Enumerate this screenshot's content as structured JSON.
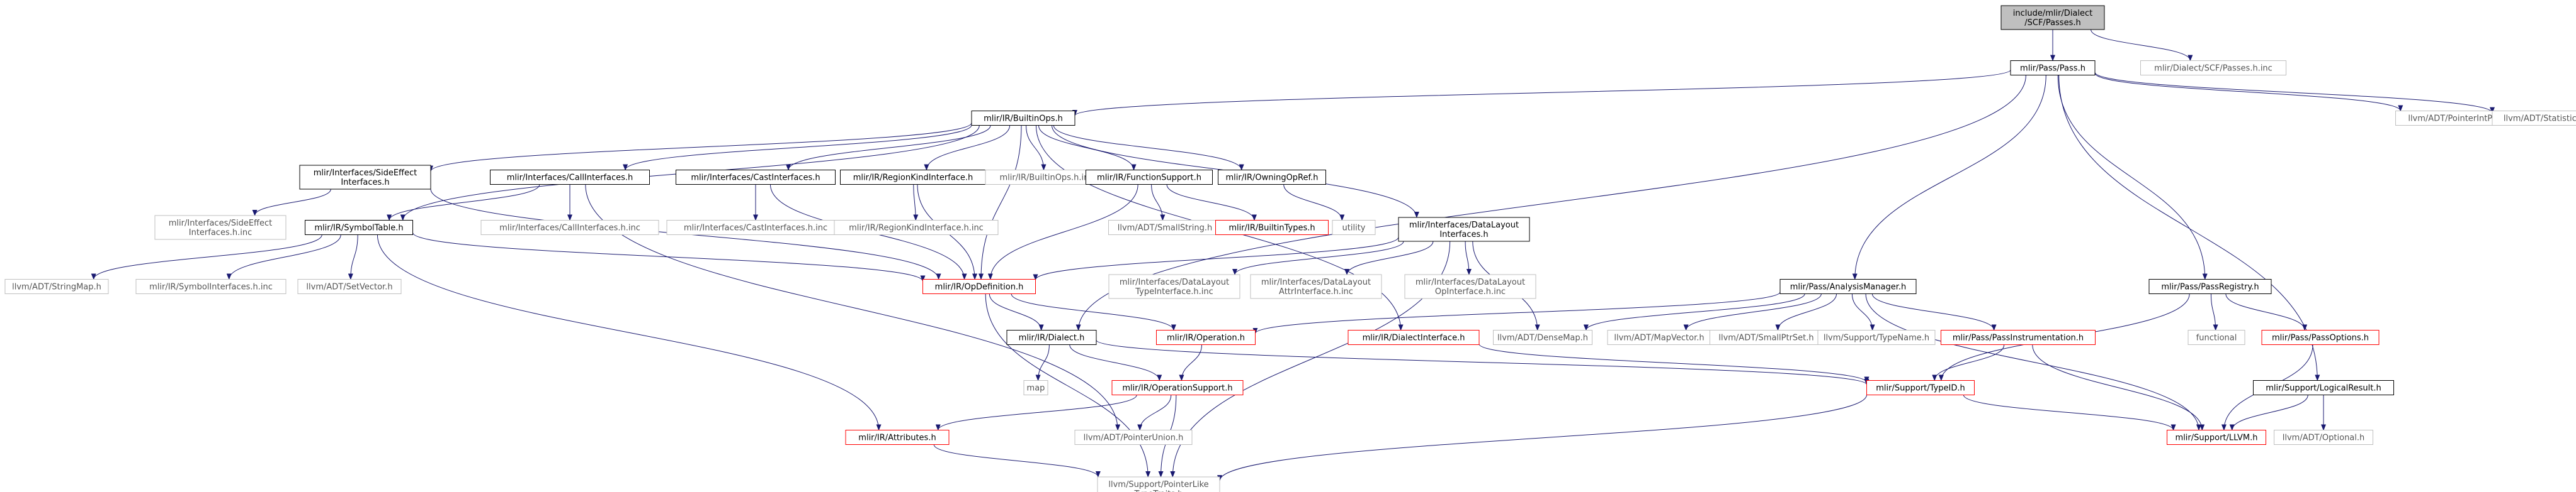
{
  "graph": {
    "nodes": [
      {
        "id": "root",
        "lines": [
          "include/mlir/Dialect",
          "/SCF/Passes.h"
        ],
        "style": "root"
      },
      {
        "id": "pass",
        "lines": [
          "mlir/Pass/Pass.h"
        ],
        "style": "normal"
      },
      {
        "id": "scfpassinc",
        "lines": [
          "mlir/Dialect/SCF/Passes.h.inc"
        ],
        "style": "gray"
      },
      {
        "id": "builtinops",
        "lines": [
          "mlir/IR/BuiltinOps.h"
        ],
        "style": "normal"
      },
      {
        "id": "ptrintpair",
        "lines": [
          "llvm/ADT/PointerIntPair.h"
        ],
        "style": "gray"
      },
      {
        "id": "statistic",
        "lines": [
          "llvm/ADT/Statistic.h"
        ],
        "style": "gray"
      },
      {
        "id": "sideeffect",
        "lines": [
          "mlir/Interfaces/SideEffect",
          "Interfaces.h"
        ],
        "style": "normal"
      },
      {
        "id": "callif",
        "lines": [
          "mlir/Interfaces/CallInterfaces.h"
        ],
        "style": "normal"
      },
      {
        "id": "castif",
        "lines": [
          "mlir/Interfaces/CastInterfaces.h"
        ],
        "style": "normal"
      },
      {
        "id": "regionkind",
        "lines": [
          "mlir/IR/RegionKindInterface.h"
        ],
        "style": "normal"
      },
      {
        "id": "builtinopsinc",
        "lines": [
          "mlir/IR/BuiltinOps.h.inc"
        ],
        "style": "gray"
      },
      {
        "id": "funcsupport",
        "lines": [
          "mlir/IR/FunctionSupport.h"
        ],
        "style": "normal"
      },
      {
        "id": "owningopref",
        "lines": [
          "mlir/IR/OwningOpRef.h"
        ],
        "style": "normal"
      },
      {
        "id": "sideeffectinc",
        "lines": [
          "mlir/Interfaces/SideEffect",
          "Interfaces.h.inc"
        ],
        "style": "gray"
      },
      {
        "id": "symboltable",
        "lines": [
          "mlir/IR/SymbolTable.h"
        ],
        "style": "normal"
      },
      {
        "id": "callifinc",
        "lines": [
          "mlir/Interfaces/CallInterfaces.h.inc"
        ],
        "style": "gray"
      },
      {
        "id": "castifinc",
        "lines": [
          "mlir/Interfaces/CastInterfaces.h.inc"
        ],
        "style": "gray"
      },
      {
        "id": "regionkindinc",
        "lines": [
          "mlir/IR/RegionKindInterface.h.inc"
        ],
        "style": "gray"
      },
      {
        "id": "smallstring",
        "lines": [
          "llvm/ADT/SmallString.h"
        ],
        "style": "gray"
      },
      {
        "id": "builtintypes",
        "lines": [
          "mlir/IR/BuiltinTypes.h"
        ],
        "style": "red"
      },
      {
        "id": "utility",
        "lines": [
          "utility"
        ],
        "style": "gray"
      },
      {
        "id": "datalayout",
        "lines": [
          "mlir/Interfaces/DataLayout",
          "Interfaces.h"
        ],
        "style": "normal"
      },
      {
        "id": "stringmap",
        "lines": [
          "llvm/ADT/StringMap.h"
        ],
        "style": "gray"
      },
      {
        "id": "symbolifinc",
        "lines": [
          "mlir/IR/SymbolInterfaces.h.inc"
        ],
        "style": "gray"
      },
      {
        "id": "setvector",
        "lines": [
          "llvm/ADT/SetVector.h"
        ],
        "style": "gray"
      },
      {
        "id": "opdefinition",
        "lines": [
          "mlir/IR/OpDefinition.h"
        ],
        "style": "red"
      },
      {
        "id": "dltypeinc",
        "lines": [
          "mlir/Interfaces/DataLayout",
          "TypeInterface.h.inc"
        ],
        "style": "gray"
      },
      {
        "id": "dlattrinc",
        "lines": [
          "mlir/Interfaces/DataLayout",
          "AttrInterface.h.inc"
        ],
        "style": "gray"
      },
      {
        "id": "dlopinc",
        "lines": [
          "mlir/Interfaces/DataLayout",
          "OpInterface.h.inc"
        ],
        "style": "gray"
      },
      {
        "id": "analysismgr",
        "lines": [
          "mlir/Pass/AnalysisManager.h"
        ],
        "style": "normal"
      },
      {
        "id": "passregistry",
        "lines": [
          "mlir/Pass/PassRegistry.h"
        ],
        "style": "normal"
      },
      {
        "id": "dialect",
        "lines": [
          "mlir/IR/Dialect.h"
        ],
        "style": "normal"
      },
      {
        "id": "operation",
        "lines": [
          "mlir/IR/Operation.h"
        ],
        "style": "red"
      },
      {
        "id": "dialectif",
        "lines": [
          "mlir/IR/DialectInterface.h"
        ],
        "style": "red"
      },
      {
        "id": "densemap",
        "lines": [
          "llvm/ADT/DenseMap.h"
        ],
        "style": "gray"
      },
      {
        "id": "mapvector",
        "lines": [
          "llvm/ADT/MapVector.h"
        ],
        "style": "gray"
      },
      {
        "id": "smallptrset",
        "lines": [
          "llvm/ADT/SmallPtrSet.h"
        ],
        "style": "gray"
      },
      {
        "id": "typename",
        "lines": [
          "llvm/Support/TypeName.h"
        ],
        "style": "gray"
      },
      {
        "id": "passinstr",
        "lines": [
          "mlir/Pass/PassInstrumentation.h"
        ],
        "style": "red"
      },
      {
        "id": "functional",
        "lines": [
          "functional"
        ],
        "style": "gray"
      },
      {
        "id": "passoptions",
        "lines": [
          "mlir/Pass/PassOptions.h"
        ],
        "style": "red"
      },
      {
        "id": "map",
        "lines": [
          "map"
        ],
        "style": "gray"
      },
      {
        "id": "opsupport",
        "lines": [
          "mlir/IR/OperationSupport.h"
        ],
        "style": "red"
      },
      {
        "id": "typeid",
        "lines": [
          "mlir/Support/TypeID.h"
        ],
        "style": "red"
      },
      {
        "id": "logicalresult",
        "lines": [
          "mlir/Support/LogicalResult.h"
        ],
        "style": "normal"
      },
      {
        "id": "attributes",
        "lines": [
          "mlir/IR/Attributes.h"
        ],
        "style": "red"
      },
      {
        "id": "ptrunion",
        "lines": [
          "llvm/ADT/PointerUnion.h"
        ],
        "style": "gray"
      },
      {
        "id": "llvmh",
        "lines": [
          "mlir/Support/LLVM.h"
        ],
        "style": "red"
      },
      {
        "id": "optional",
        "lines": [
          "llvm/ADT/Optional.h"
        ],
        "style": "gray"
      },
      {
        "id": "ptrliketraits",
        "lines": [
          "llvm/Support/PointerLike",
          "TypeTraits.h"
        ],
        "style": "gray"
      }
    ],
    "edges": [
      [
        "root",
        "pass"
      ],
      [
        "root",
        "scfpassinc"
      ],
      [
        "pass",
        "builtinops"
      ],
      [
        "pass",
        "ptrintpair"
      ],
      [
        "pass",
        "statistic"
      ],
      [
        "pass",
        "analysismgr"
      ],
      [
        "pass",
        "passregistry"
      ],
      [
        "pass",
        "logicalresult"
      ],
      [
        "pass",
        "dialect"
      ],
      [
        "builtinops",
        "sideeffect"
      ],
      [
        "builtinops",
        "callif"
      ],
      [
        "builtinops",
        "castif"
      ],
      [
        "builtinops",
        "regionkind"
      ],
      [
        "builtinops",
        "builtinopsinc"
      ],
      [
        "builtinops",
        "funcsupport"
      ],
      [
        "builtinops",
        "owningopref"
      ],
      [
        "builtinops",
        "datalayout"
      ],
      [
        "builtinops",
        "symboltable"
      ],
      [
        "builtinops",
        "opdefinition"
      ],
      [
        "builtinops",
        "dialectif"
      ],
      [
        "sideeffect",
        "sideeffectinc"
      ],
      [
        "sideeffect",
        "opdefinition"
      ],
      [
        "callif",
        "callifinc"
      ],
      [
        "callif",
        "symboltable"
      ],
      [
        "callif",
        "ptrunion"
      ],
      [
        "castif",
        "castifinc"
      ],
      [
        "castif",
        "opdefinition"
      ],
      [
        "regionkind",
        "regionkindinc"
      ],
      [
        "regionkind",
        "opdefinition"
      ],
      [
        "funcsupport",
        "opdefinition"
      ],
      [
        "funcsupport",
        "smallstring"
      ],
      [
        "funcsupport",
        "builtintypes"
      ],
      [
        "owningopref",
        "utility"
      ],
      [
        "symboltable",
        "stringmap"
      ],
      [
        "symboltable",
        "symbolifinc"
      ],
      [
        "symboltable",
        "setvector"
      ],
      [
        "symboltable",
        "opdefinition"
      ],
      [
        "symboltable",
        "attributes"
      ],
      [
        "datalayout",
        "opdefinition"
      ],
      [
        "datalayout",
        "dltypeinc"
      ],
      [
        "datalayout",
        "dlattrinc"
      ],
      [
        "datalayout",
        "dlopinc"
      ],
      [
        "datalayout",
        "densemap"
      ],
      [
        "datalayout",
        "ptrliketraits"
      ],
      [
        "opdefinition",
        "dialect"
      ],
      [
        "opdefinition",
        "operation"
      ],
      [
        "opdefinition",
        "ptrliketraits"
      ],
      [
        "analysismgr",
        "operation"
      ],
      [
        "analysismgr",
        "densemap"
      ],
      [
        "analysismgr",
        "mapvector"
      ],
      [
        "analysismgr",
        "smallptrset"
      ],
      [
        "analysismgr",
        "typename"
      ],
      [
        "analysismgr",
        "passinstr"
      ],
      [
        "analysismgr",
        "llvmh"
      ],
      [
        "passregistry",
        "functional"
      ],
      [
        "passregistry",
        "passoptions"
      ],
      [
        "passregistry",
        "typeid"
      ],
      [
        "dialect",
        "map"
      ],
      [
        "dialect",
        "opsupport"
      ],
      [
        "dialect",
        "typeid"
      ],
      [
        "operation",
        "opsupport"
      ],
      [
        "dialectif",
        "typeid"
      ],
      [
        "passinstr",
        "typeid"
      ],
      [
        "passinstr",
        "llvmh"
      ],
      [
        "passoptions",
        "llvmh"
      ],
      [
        "opsupport",
        "attributes"
      ],
      [
        "opsupport",
        "ptrunion"
      ],
      [
        "opsupport",
        "ptrliketraits"
      ],
      [
        "typeid",
        "llvmh"
      ],
      [
        "typeid",
        "ptrliketraits"
      ],
      [
        "logicalresult",
        "llvmh"
      ],
      [
        "logicalresult",
        "optional"
      ],
      [
        "attributes",
        "ptrliketraits"
      ]
    ]
  },
  "colors": {
    "edge": "#191970",
    "normal_border": "#000000",
    "red_border": "#ff0000",
    "gray_border": "#bfbfbf",
    "root_fill": "#bfbfbf",
    "fill": "#ffffff",
    "gray_text": "#555555"
  }
}
